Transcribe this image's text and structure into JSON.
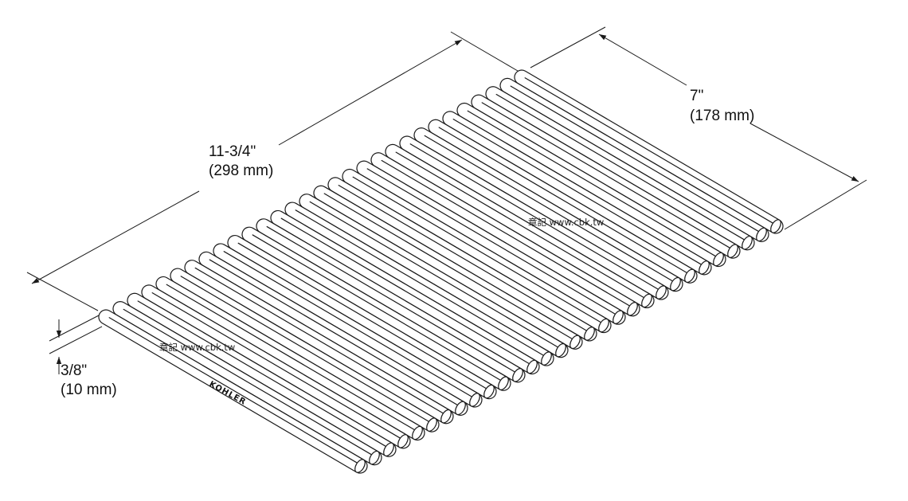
{
  "dimensions": {
    "length": {
      "imperial": "11-3/4\"",
      "metric": "(298 mm)"
    },
    "width": {
      "imperial": "7\"",
      "metric": "(178 mm)"
    },
    "height": {
      "imperial": "3/8\"",
      "metric": "(10 mm)"
    }
  },
  "watermarks": [
    "章記 www.cbk.tw",
    "章記 www.cbk.tw"
  ],
  "brand": "KOHLER",
  "rod_count": 30
}
